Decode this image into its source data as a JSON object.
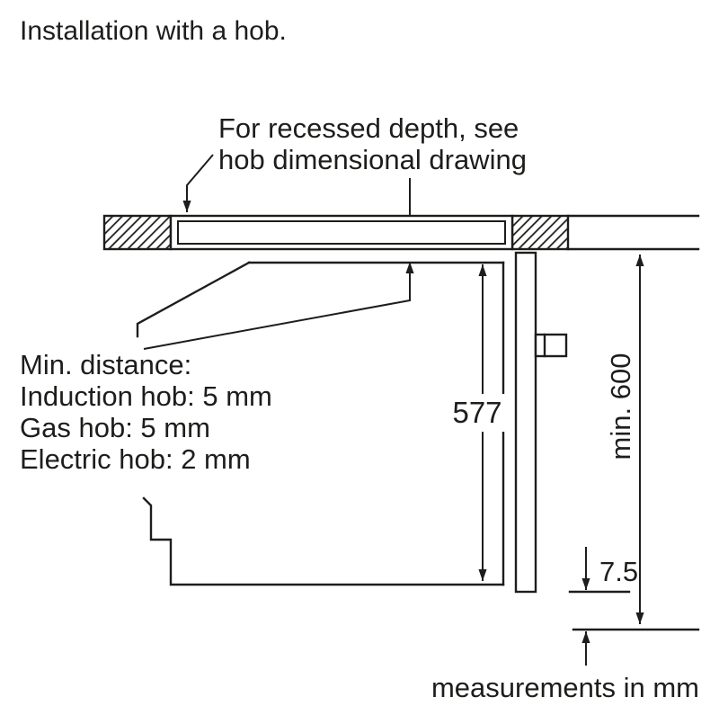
{
  "title": "Installation with a hob.",
  "annotation_recessed": {
    "line1": "For recessed depth, see",
    "line2": "hob dimensional drawing"
  },
  "annotation_min_distance": {
    "line1": "Min. distance:",
    "line2": "Induction hob: 5 mm",
    "line3": "Gas hob: 5 mm",
    "line4": "Electric hob: 2 mm"
  },
  "dimensions": {
    "oven_front_height": "577",
    "niche_height": "min. 600",
    "bottom_gap": "7.5"
  },
  "footer": {
    "units_note": "measurements in mm"
  },
  "colors": {
    "line": "#1d1d1b",
    "background": "#ffffff"
  }
}
